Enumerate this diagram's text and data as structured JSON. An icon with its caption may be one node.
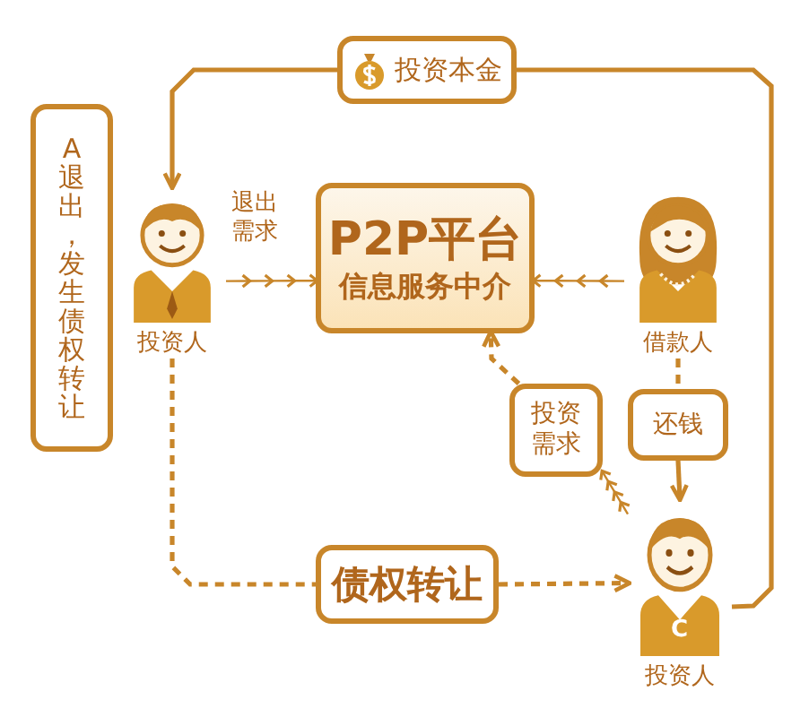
{
  "diagram": {
    "nodes": [
      {
        "text": [
          "A",
          "退出，发生债权转让"
        ]
      },
      {
        "text": [
          "投资人"
        ]
      },
      {
        "text": [
          "P2P平台",
          "信息服务中介"
        ]
      },
      {
        "text": [
          "借款人"
        ]
      },
      {
        "text": [
          "投资本金"
        ]
      },
      {
        "text": [
          "投资需求"
        ]
      },
      {
        "text": [
          "还钱"
        ]
      },
      {
        "text": [
          "C",
          "投资人"
        ]
      },
      {
        "text": [
          "债权转让"
        ]
      }
    ],
    "edges": [
      {
        "from": 1,
        "to": 2,
        "arrow": "to",
        "label": "退出需求"
      },
      {
        "from": 3,
        "to": 2,
        "arrow": "to"
      },
      {
        "from": 7,
        "to": 5,
        "arrow": "to"
      },
      {
        "from": 5,
        "to": 2,
        "arrow": "to",
        "style": "dashed"
      },
      {
        "from": 3,
        "to": 6,
        "arrow": "none",
        "style": "dashed"
      },
      {
        "from": 6,
        "to": 7,
        "arrow": "to"
      },
      {
        "from": 7,
        "to": 4,
        "arrow": "none"
      },
      {
        "from": 4,
        "to": 1,
        "arrow": "to"
      },
      {
        "from": 1,
        "to": 8,
        "arrow": "none",
        "style": "dashed"
      },
      {
        "from": 8,
        "to": 7,
        "arrow": "to",
        "style": "dashed"
      }
    ]
  }
}
